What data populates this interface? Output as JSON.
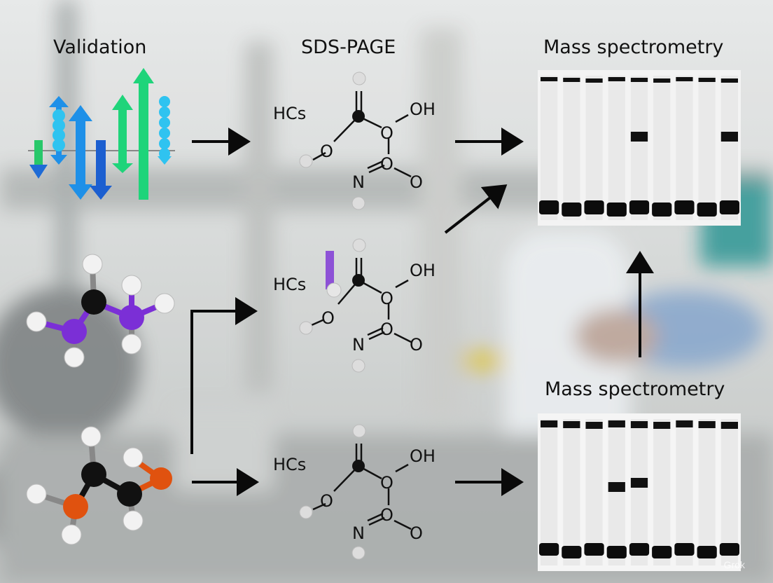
{
  "titles": {
    "validation": "Validation",
    "sds_page": "SDS-PAGE",
    "mass_spec_top": "Mass spectrometry",
    "mass_spec_bottom": "Mass spectrometry"
  },
  "structure_labels": {
    "hcs": "HCs",
    "atom_o": "O",
    "atom_n": "N",
    "atom_oh": "OH"
  },
  "watermark": "Grok",
  "colors": {
    "arrow": "#0a0a0a",
    "molecule_purple": "#7b2fd6",
    "molecule_orange": "#e0520f",
    "bar_green": "#1fd47a",
    "bar_blue": "#1e90e8",
    "bar_cyan": "#2fc3f0"
  },
  "gels": {
    "top": {
      "lanes": 9,
      "band_lanes_mid": [
        5,
        9
      ]
    },
    "bottom": {
      "lanes": 9,
      "band_lanes_mid": [
        4,
        5
      ]
    }
  }
}
